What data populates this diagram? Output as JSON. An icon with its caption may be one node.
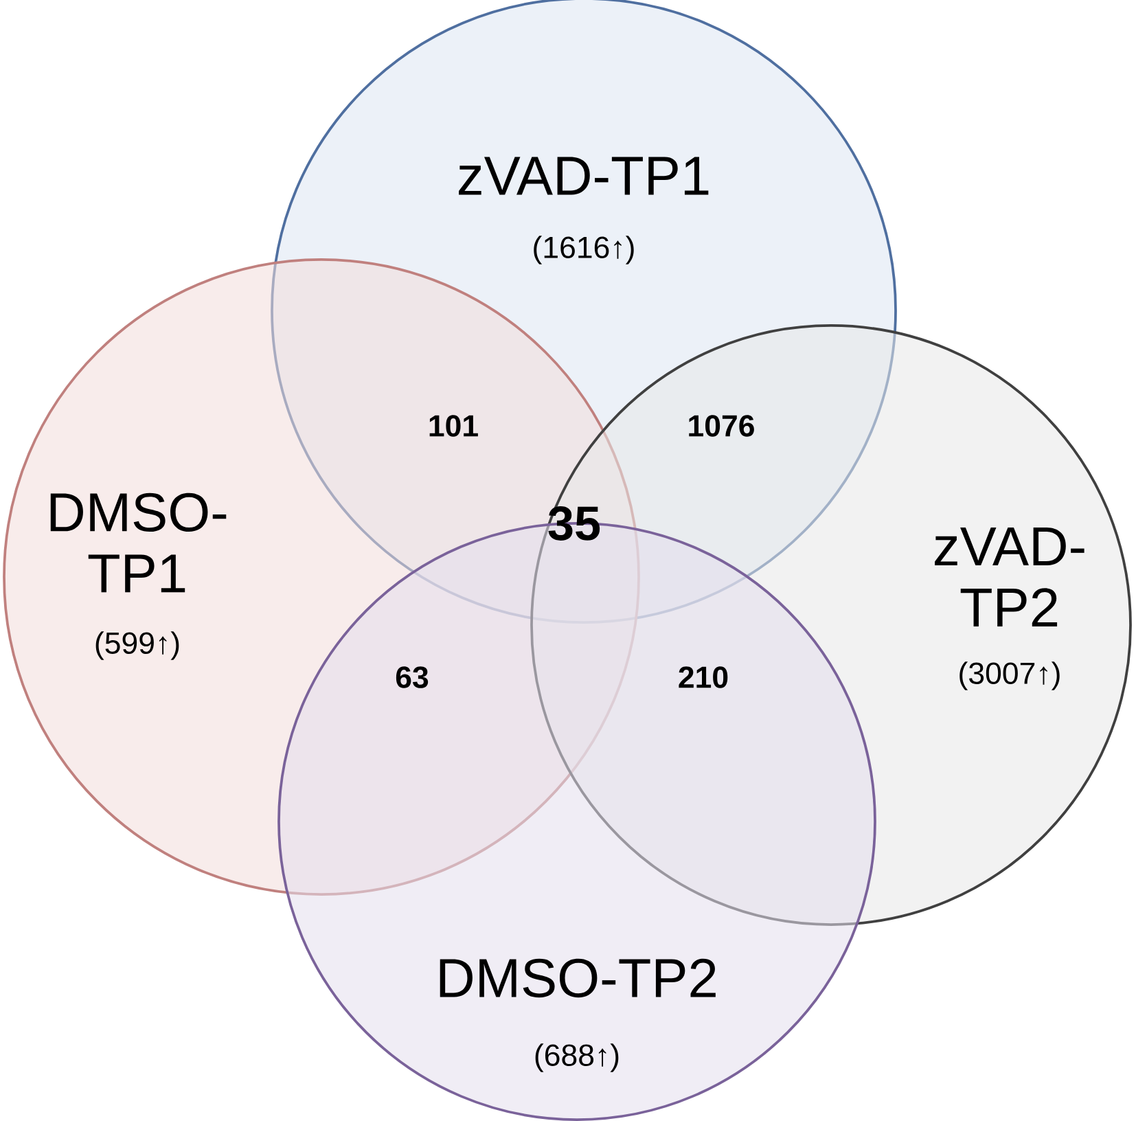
{
  "diagram": {
    "nodes": [
      {
        "text": [
          "zVAD-TP1",
          "(1616↑)"
        ]
      },
      {
        "text": [
          "DMSO- TP1",
          "(599↑)"
        ]
      },
      {
        "text": [
          "zVAD- TP2",
          "(3007↑)"
        ]
      },
      {
        "text": [
          "DMSO-TP2",
          "(688↑)"
        ]
      }
    ],
    "labels": [
      "101",
      "1076",
      "35",
      "63",
      "210"
    ]
  }
}
